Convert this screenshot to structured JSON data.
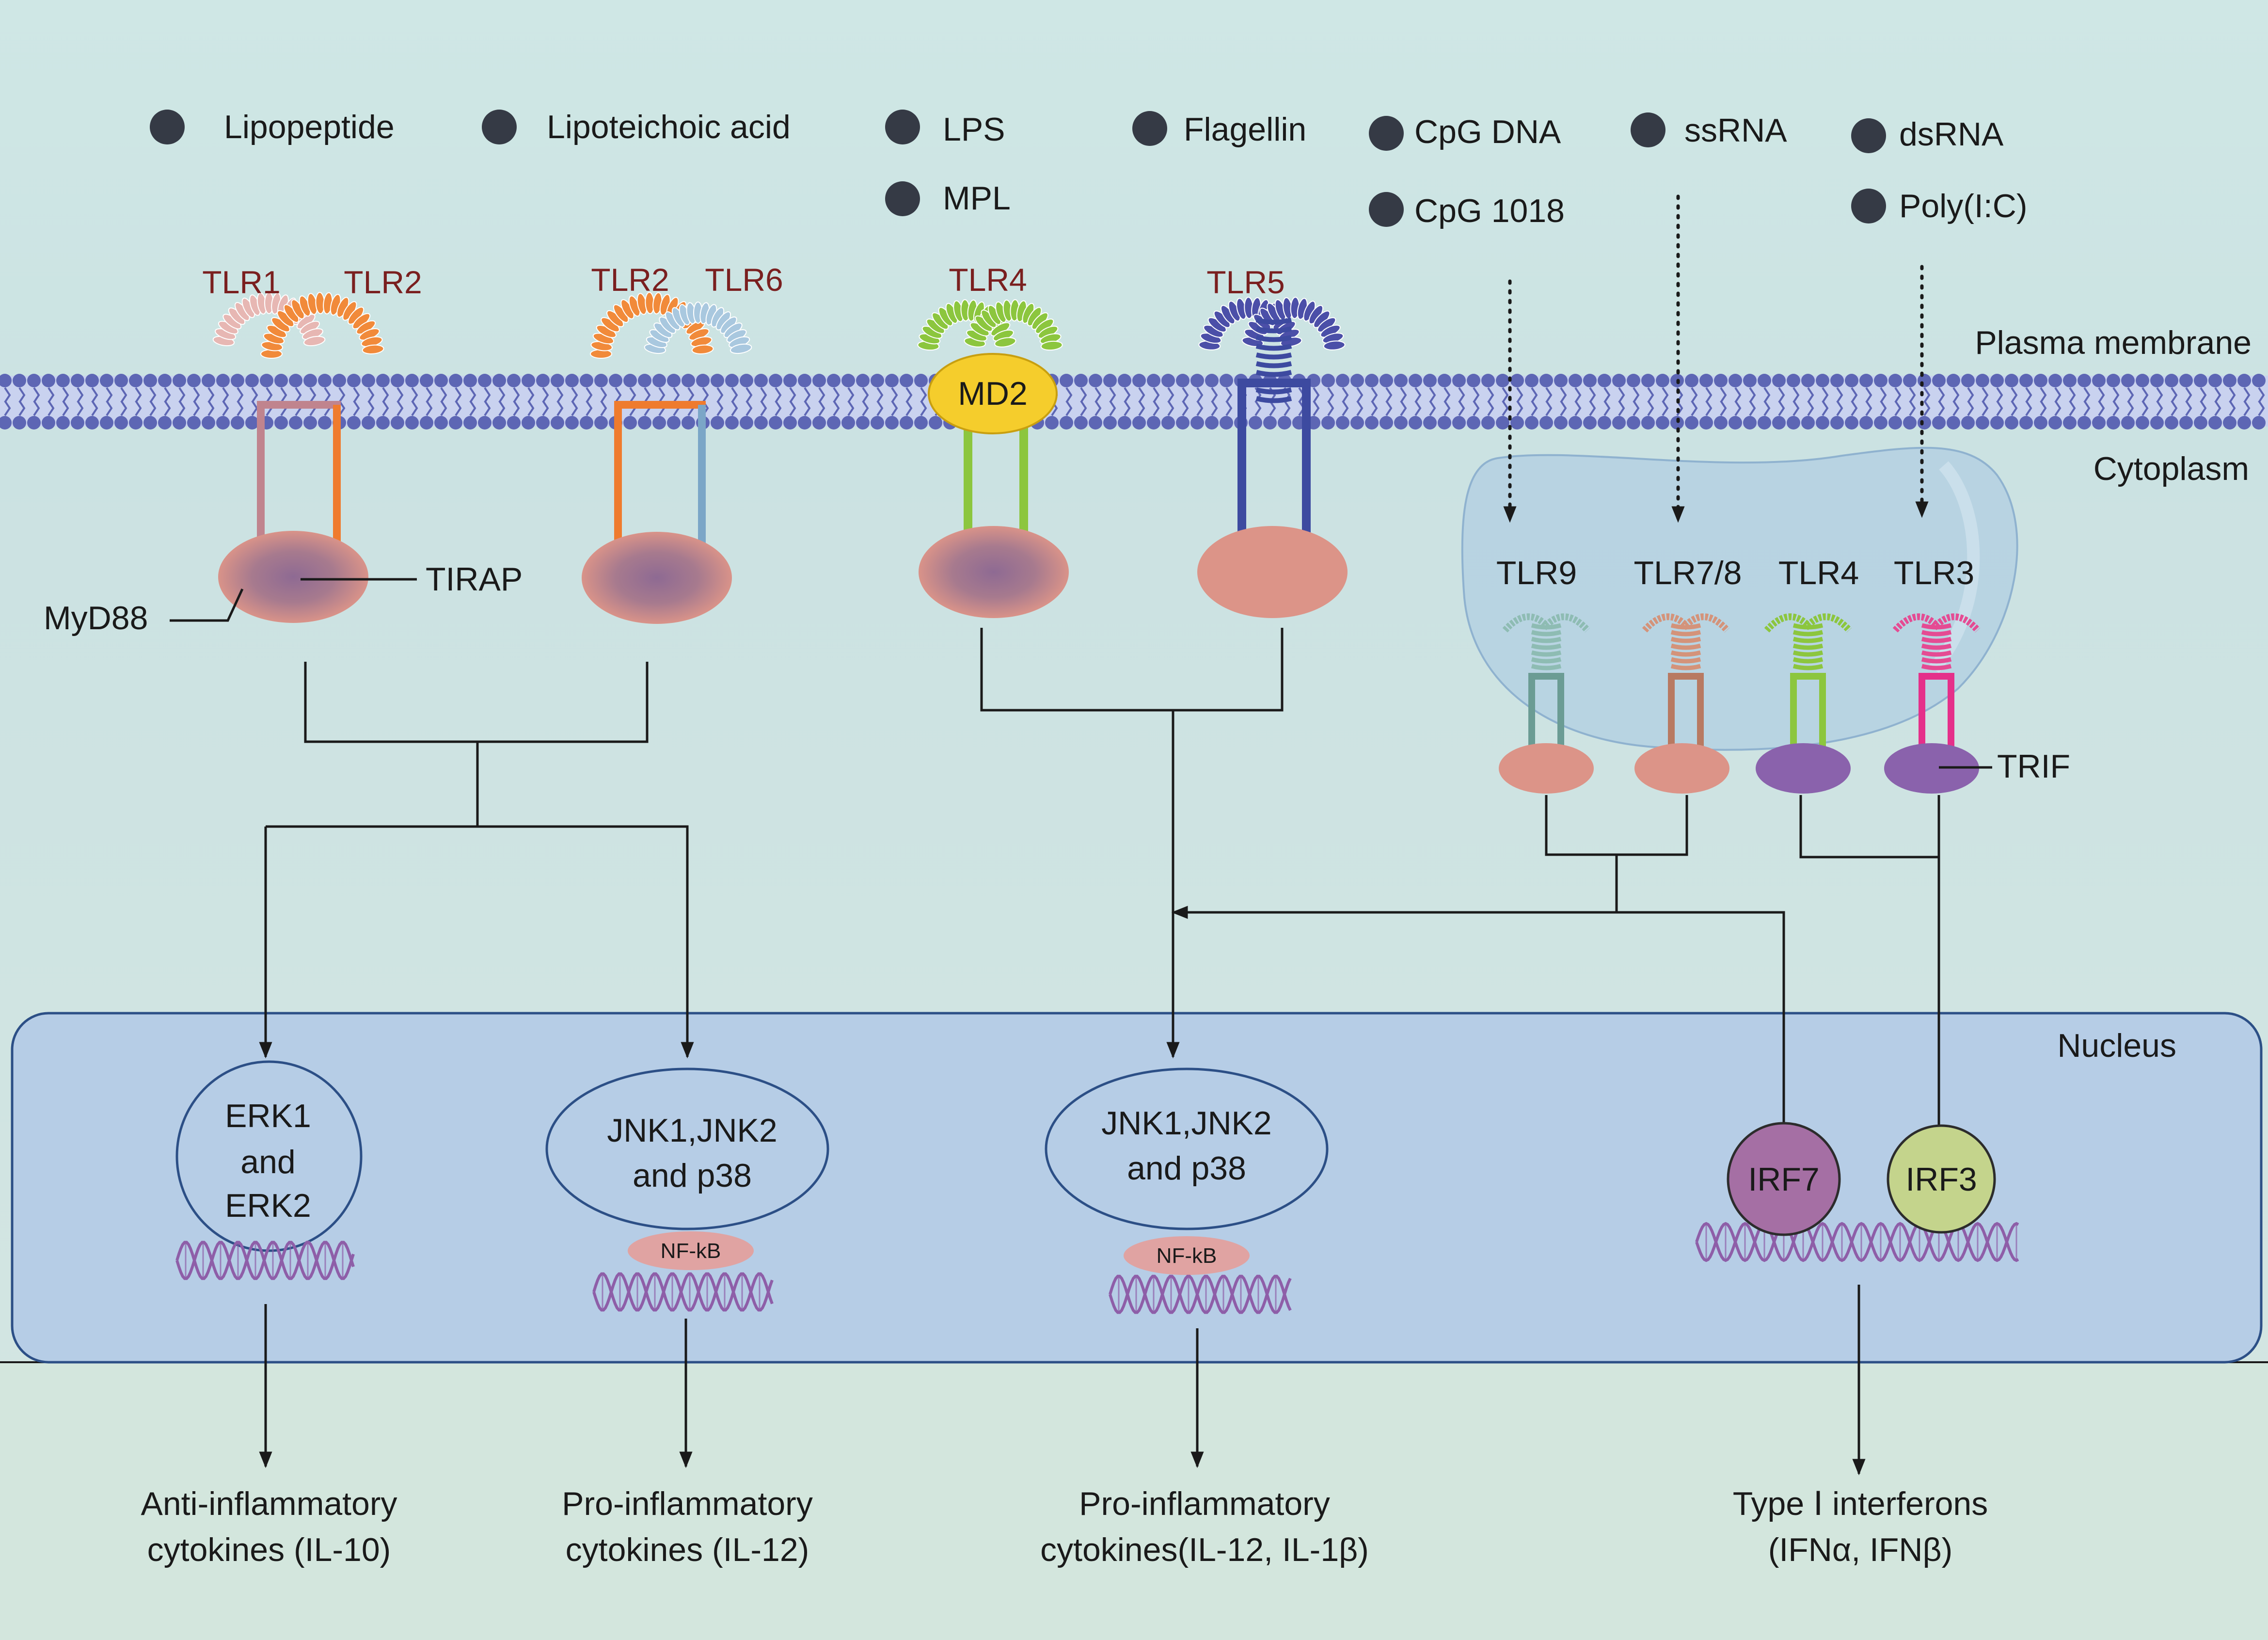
{
  "ligands": {
    "lipopeptide": "Lipopeptide",
    "lipoteichoic_acid": "Lipoteichoic acid",
    "lps": "LPS",
    "mpl": "MPL",
    "flagellin": "Flagellin",
    "cpg_dna": "CpG DNA",
    "cpg_1018": "CpG 1018",
    "ssrna": "ssRNA",
    "dsrna": "dsRNA",
    "poly_ic": "Poly(I:C)"
  },
  "regions": {
    "plasma_membrane": "Plasma membrane",
    "cytoplasm": "Cytoplasm",
    "nucleus": "Nucleus"
  },
  "receptors": {
    "tlr1": "TLR1",
    "tlr2": "TLR2",
    "tlr2b": "TLR2",
    "tlr6": "TLR6",
    "tlr4": "TLR4",
    "tlr5": "TLR5",
    "md2": "MD2",
    "tlr9": "TLR9",
    "tlr78": "TLR7/8",
    "tlr4_endo": "TLR4",
    "tlr3": "TLR3"
  },
  "adaptors": {
    "myd88": "MyD88",
    "tirap": "TIRAP",
    "trif": "TRIF"
  },
  "nuclear": {
    "erk_1": "ERK1",
    "erk_2": "and",
    "erk_3": "ERK2",
    "jnk_a_1": "JNK1,JNK2",
    "jnk_a_2": "and p38",
    "jnk_b_1": "JNK1,JNK2",
    "jnk_b_2": "and p38",
    "nfkb_a": "NF-kB",
    "nfkb_b": "NF-kB",
    "irf7": "IRF7",
    "irf3": "IRF3"
  },
  "outputs": {
    "anti_1": "Anti-inflammatory",
    "anti_2": "cytokines (IL-10)",
    "pro_a_1": "Pro-inflammatory",
    "pro_a_2": "cytokines (IL-12)",
    "pro_b_1": "Pro-inflammatory",
    "pro_b_2": "cytokines(IL-12, IL-1β)",
    "ifn_1": "Type Ⅰ interferons",
    "ifn_2": "(IFNα, IFNβ)"
  },
  "colors": {
    "background_top": "#cde6e4",
    "background_bottom": "#d5e8de",
    "membrane": "#5d66b4",
    "nucleus": "#b6cde6",
    "adaptor_pink": "#dc9488",
    "trif_purple": "#8a62ac",
    "md2_yellow": "#f5cd2c",
    "irf7": "#a56fa4",
    "irf3": "#c4d48c"
  }
}
